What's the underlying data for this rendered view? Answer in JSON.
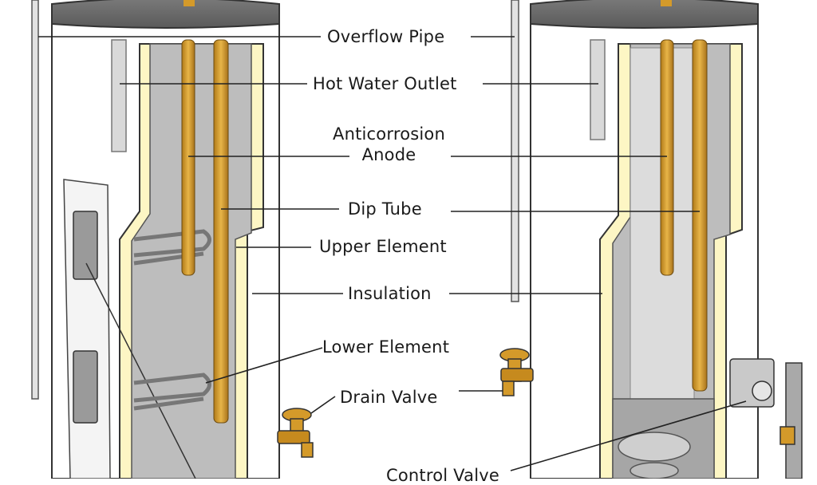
{
  "labels": {
    "overflow_pipe": "Overflow Pipe",
    "hot_water_outlet": "Hot Water Outlet",
    "anticorrosion_line1": "Anticorrosion",
    "anticorrosion_line2": "Anode",
    "dip_tube": "Dip Tube",
    "upper_element": "Upper Element",
    "insulation": "Insulation",
    "lower_element": "Lower Element",
    "drain_valve": "Drain Valve",
    "control_valve": "Control Valve"
  },
  "colors": {
    "tank_gray": "#bdbdbd",
    "tank_dark": "#8f8f8f",
    "insulation_yellow": "#fdf6c4",
    "brass": "#d49a2a",
    "outline": "#333333"
  }
}
